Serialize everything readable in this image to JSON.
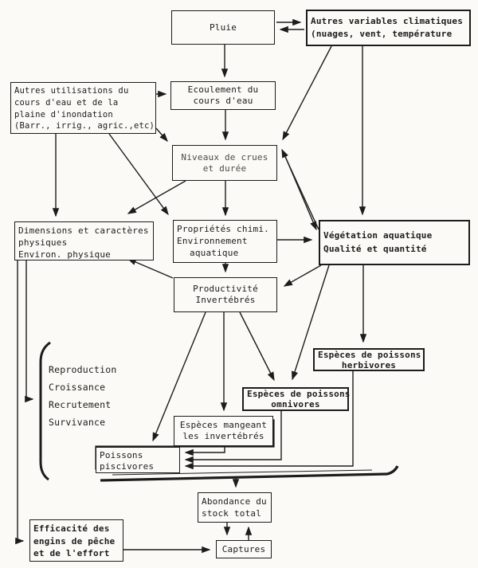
{
  "diagram": {
    "description": "Schéma de flux écologique (pêcheries fluviales)",
    "ink_color": "#1c1c1c",
    "paper_color": "#fbfaf6",
    "nodes": {
      "pluie": {
        "lines": [
          "Pluie"
        ]
      },
      "climat": {
        "lines": [
          "Autres variables climatiques",
          "(nuages, vent, température"
        ]
      },
      "usages": {
        "lines": [
          "Autres utilisations du",
          "cours d'eau et de la",
          "plaine d'inondation",
          "(Barr., irrig., agric.,etc)"
        ]
      },
      "ecoulement": {
        "lines": [
          "Ecoulement du",
          "cours d'eau"
        ]
      },
      "niveaux": {
        "lines": [
          "Niveaux de crues",
          "et durée"
        ]
      },
      "dimensions": {
        "lines": [
          "Dimensions et caractères",
          "physiques",
          "Environ. physique"
        ]
      },
      "proprietes": {
        "lines": [
          "Propriétés chimi.",
          "Environnement",
          "aquatique"
        ]
      },
      "vegetation": {
        "lines": [
          "Végétation aquatique",
          "Qualité et quantité"
        ]
      },
      "productivite": {
        "lines": [
          "Productivité",
          "Invertébrés"
        ]
      },
      "processus": {
        "lines": [
          "Reproduction",
          "Croissance",
          "Recrutement",
          "Survivance"
        ]
      },
      "herbivores": {
        "lines": [
          "Espèces de poissons",
          "herbivores"
        ]
      },
      "omnivores": {
        "lines": [
          "Espèces de poissons",
          "omnivores"
        ]
      },
      "mangeant": {
        "lines": [
          "Espèces mangeant",
          "les invertébrés"
        ]
      },
      "piscivores": {
        "lines": [
          "Poissons",
          "piscivores"
        ]
      },
      "abondance": {
        "lines": [
          "Abondance du",
          "stock total"
        ]
      },
      "efficacite": {
        "lines": [
          "Efficacité des",
          "engins de pêche",
          "et de l'effort"
        ]
      },
      "captures": {
        "lines": [
          "Captures"
        ]
      }
    }
  }
}
